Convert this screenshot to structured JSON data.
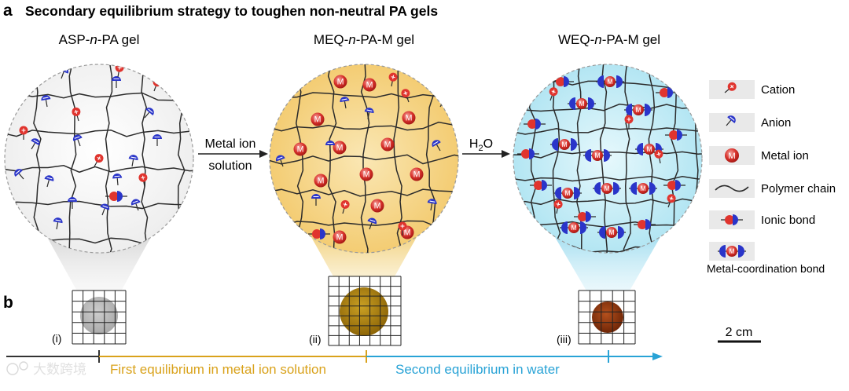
{
  "panel_a": {
    "letter": "a",
    "title": "Secondary equilibrium strategy to toughen non-neutral PA gels",
    "gels": [
      {
        "prefix": "ASP-",
        "italic": "n",
        "suffix": "-PA gel"
      },
      {
        "prefix": "MEQ-",
        "italic": "n",
        "suffix": "-PA-M gel"
      },
      {
        "prefix": "WEQ-",
        "italic": "n",
        "suffix": "-PA-M gel"
      }
    ],
    "arrow1": {
      "line1": "Metal ion",
      "line2": "solution"
    },
    "arrow2": {
      "base": "H",
      "sub": "2",
      "tail": "O"
    }
  },
  "legend": {
    "cation": "Cation",
    "anion": "Anion",
    "metal_ion": "Metal ion",
    "metal_symbol": "M",
    "polymer_chain": "Polymer chain",
    "ionic_bond": "Ionic bond",
    "metal_coordination_bond": "Metal-coordination bond"
  },
  "panel_b": {
    "letter": "b",
    "samples": [
      "(i)",
      "(ii)",
      "(iii)"
    ],
    "scale_bar": "2 cm",
    "stage1": "First equilibrium in metal ion solution",
    "stage2": "Second equilibrium in water"
  },
  "watermark": "大数跨境",
  "colors": {
    "cation": "#e0342e",
    "anion": "#2a35c9",
    "stage1": "#d9a21b",
    "stage2": "#29a3d6",
    "circle1": "#f8f8f8",
    "circle2": "#f6d790",
    "circle3": "#c4ecf6"
  }
}
